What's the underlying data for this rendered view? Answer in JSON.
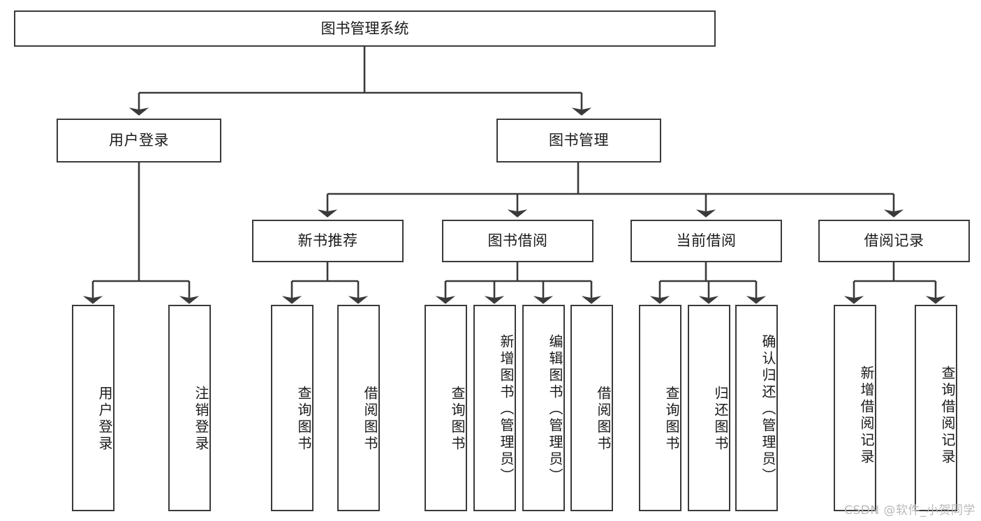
{
  "diagram": {
    "type": "tree-hierarchy-chart",
    "title": "图书管理系统",
    "watermark": "CSDN @软件_小贺同学",
    "colors": {
      "stroke": "#3a3a3a",
      "background": "#ffffff",
      "text": "#1a1a1a",
      "watermark": "#b9b9b9"
    },
    "nodes": {
      "root": {
        "label": "图书管理系统",
        "level": 1,
        "orientation": "horizontal"
      },
      "level2": [
        {
          "id": "user-login",
          "label": "用户登录",
          "orientation": "horizontal"
        },
        {
          "id": "book-manage",
          "label": "图书管理",
          "orientation": "horizontal"
        }
      ],
      "level3": [
        {
          "id": "new-book-recommend",
          "label": "新书推荐",
          "orientation": "horizontal"
        },
        {
          "id": "book-borrow",
          "label": "图书借阅",
          "orientation": "horizontal"
        },
        {
          "id": "current-borrow",
          "label": "当前借阅",
          "orientation": "horizontal"
        },
        {
          "id": "borrow-record",
          "label": "借阅记录",
          "orientation": "horizontal"
        }
      ],
      "leaves": [
        {
          "id": "leaf-user-login",
          "label": "用户登录",
          "parent": "user-login",
          "orientation": "vertical"
        },
        {
          "id": "leaf-user-logout",
          "label": "注销登录",
          "parent": "user-login",
          "orientation": "vertical"
        },
        {
          "id": "leaf-query-book-1",
          "label": "查询图书",
          "parent": "new-book-recommend",
          "orientation": "vertical"
        },
        {
          "id": "leaf-borrow-book-1",
          "label": "借阅图书",
          "parent": "new-book-recommend",
          "orientation": "vertical"
        },
        {
          "id": "leaf-query-book-2",
          "label": "查询图书",
          "parent": "book-borrow",
          "orientation": "vertical"
        },
        {
          "id": "leaf-add-book",
          "label": "新增图书（管理员）",
          "parent": "book-borrow",
          "orientation": "vertical"
        },
        {
          "id": "leaf-edit-book",
          "label": "编辑图书（管理员）",
          "parent": "book-borrow",
          "orientation": "vertical"
        },
        {
          "id": "leaf-borrow-book-2",
          "label": "借阅图书",
          "parent": "book-borrow",
          "orientation": "vertical"
        },
        {
          "id": "leaf-query-book-3",
          "label": "查询图书",
          "parent": "current-borrow",
          "orientation": "vertical"
        },
        {
          "id": "leaf-return-book",
          "label": "归还图书",
          "parent": "current-borrow",
          "orientation": "vertical"
        },
        {
          "id": "leaf-confirm-return",
          "label": "确认归还（管理员）",
          "parent": "current-borrow",
          "orientation": "vertical"
        },
        {
          "id": "leaf-add-record",
          "label": "新增借阅记录",
          "parent": "borrow-record",
          "orientation": "vertical"
        },
        {
          "id": "leaf-query-record",
          "label": "查询借阅记录",
          "parent": "borrow-record",
          "orientation": "vertical"
        }
      ]
    }
  }
}
